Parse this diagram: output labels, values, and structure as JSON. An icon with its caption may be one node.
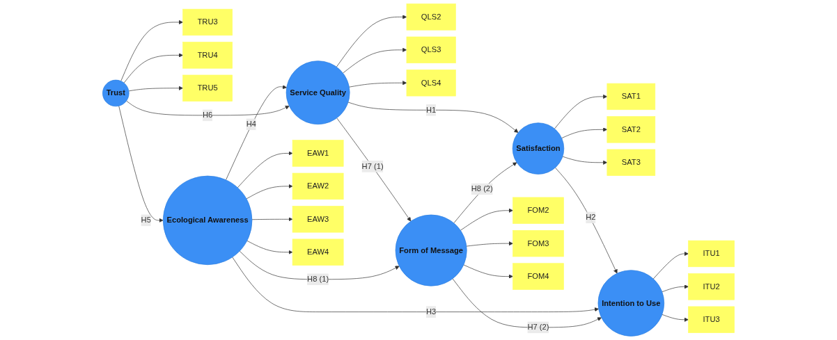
{
  "diagram": {
    "nodes": [
      {
        "text": [
          "Service Quality"
        ]
      },
      {
        "text": [
          "QLS2"
        ]
      },
      {
        "text": [
          "QLS3"
        ]
      },
      {
        "text": [
          "QLS4"
        ]
      },
      {
        "text": [
          "Satisfaction"
        ]
      },
      {
        "text": [
          "SAT1"
        ]
      },
      {
        "text": [
          "SAT2"
        ]
      },
      {
        "text": [
          "SAT3"
        ]
      },
      {
        "text": [
          "Trust"
        ]
      },
      {
        "text": [
          "TRU3"
        ]
      },
      {
        "text": [
          "TRU4"
        ]
      },
      {
        "text": [
          "TRU5"
        ]
      },
      {
        "text": [
          "Form of Message"
        ]
      },
      {
        "text": [
          "FOM2"
        ]
      },
      {
        "text": [
          "FOM3"
        ]
      },
      {
        "text": [
          "FOM4"
        ]
      },
      {
        "text": [
          "Ecological Awareness"
        ]
      },
      {
        "text": [
          "EAW1"
        ]
      },
      {
        "text": [
          "EAW2"
        ]
      },
      {
        "text": [
          "EAW3"
        ]
      },
      {
        "text": [
          "EAW4"
        ]
      },
      {
        "text": [
          "Intention to Use"
        ]
      },
      {
        "text": [
          "ITU1"
        ]
      },
      {
        "text": [
          "ITU2"
        ]
      },
      {
        "text": [
          "ITU3"
        ]
      }
    ],
    "edges": [
      {
        "from": 0,
        "to": 1,
        "arrow": "to"
      },
      {
        "from": 0,
        "to": 2,
        "arrow": "to"
      },
      {
        "from": 0,
        "to": 3,
        "arrow": "to"
      },
      {
        "from": 4,
        "to": 5,
        "arrow": "to"
      },
      {
        "from": 4,
        "to": 6,
        "arrow": "to"
      },
      {
        "from": 4,
        "to": 7,
        "arrow": "to"
      },
      {
        "from": 8,
        "to": 9,
        "arrow": "to"
      },
      {
        "from": 8,
        "to": 10,
        "arrow": "to"
      },
      {
        "from": 8,
        "to": 11,
        "arrow": "to"
      },
      {
        "from": 12,
        "to": 13,
        "arrow": "to"
      },
      {
        "from": 12,
        "to": 14,
        "arrow": "to"
      },
      {
        "from": 12,
        "to": 15,
        "arrow": "to"
      },
      {
        "from": 16,
        "to": 17,
        "arrow": "to"
      },
      {
        "from": 16,
        "to": 18,
        "arrow": "to"
      },
      {
        "from": 16,
        "to": 19,
        "arrow": "to"
      },
      {
        "from": 16,
        "to": 20,
        "arrow": "to"
      },
      {
        "from": 21,
        "to": 22,
        "arrow": "to"
      },
      {
        "from": 21,
        "to": 23,
        "arrow": "to"
      },
      {
        "from": 21,
        "to": 24,
        "arrow": "to"
      },
      {
        "from": 0,
        "to": 4,
        "arrow": "to",
        "label": "H1"
      },
      {
        "from": 4,
        "to": 21,
        "arrow": "to",
        "label": "H2"
      },
      {
        "from": 16,
        "to": 21,
        "arrow": "to",
        "label": "H3"
      },
      {
        "from": 16,
        "to": 0,
        "arrow": "to",
        "label": "H4"
      },
      {
        "from": 8,
        "to": 16,
        "arrow": "to",
        "label": "H5"
      },
      {
        "from": 8,
        "to": 0,
        "arrow": "to",
        "label": "H6"
      },
      {
        "from": 0,
        "to": 12,
        "arrow": "to",
        "label": "H7 (1)"
      },
      {
        "from": 12,
        "to": 21,
        "arrow": "to",
        "label": "H7 (2)"
      },
      {
        "from": 16,
        "to": 12,
        "arrow": "to",
        "label": "H8 (1)"
      },
      {
        "from": 12,
        "to": 4,
        "arrow": "to",
        "label": "H8 (2)"
      }
    ]
  }
}
